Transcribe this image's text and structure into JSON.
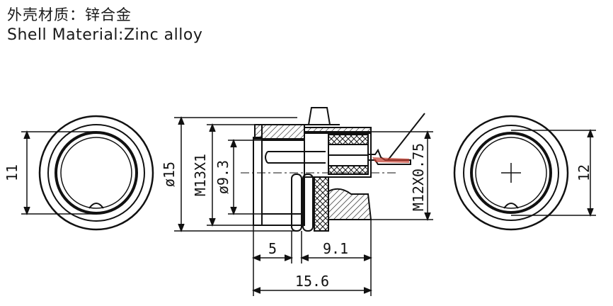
{
  "caption": {
    "material_cn": "外壳材质：锌合金",
    "material_en": "Shell Material:Zinc alloy"
  },
  "dimensions": {
    "left_height": "11",
    "diameter_15": "ø15",
    "thread_m13": "M13X1",
    "diameter_9_3": "ø9.3",
    "thread_m12": "M12X0.75",
    "right_height": "12",
    "length_5": "5",
    "length_9_1": "9.1",
    "length_15_6": "15.6"
  },
  "colors": {
    "line": "#111111",
    "pin_accent": "#c0392b"
  }
}
